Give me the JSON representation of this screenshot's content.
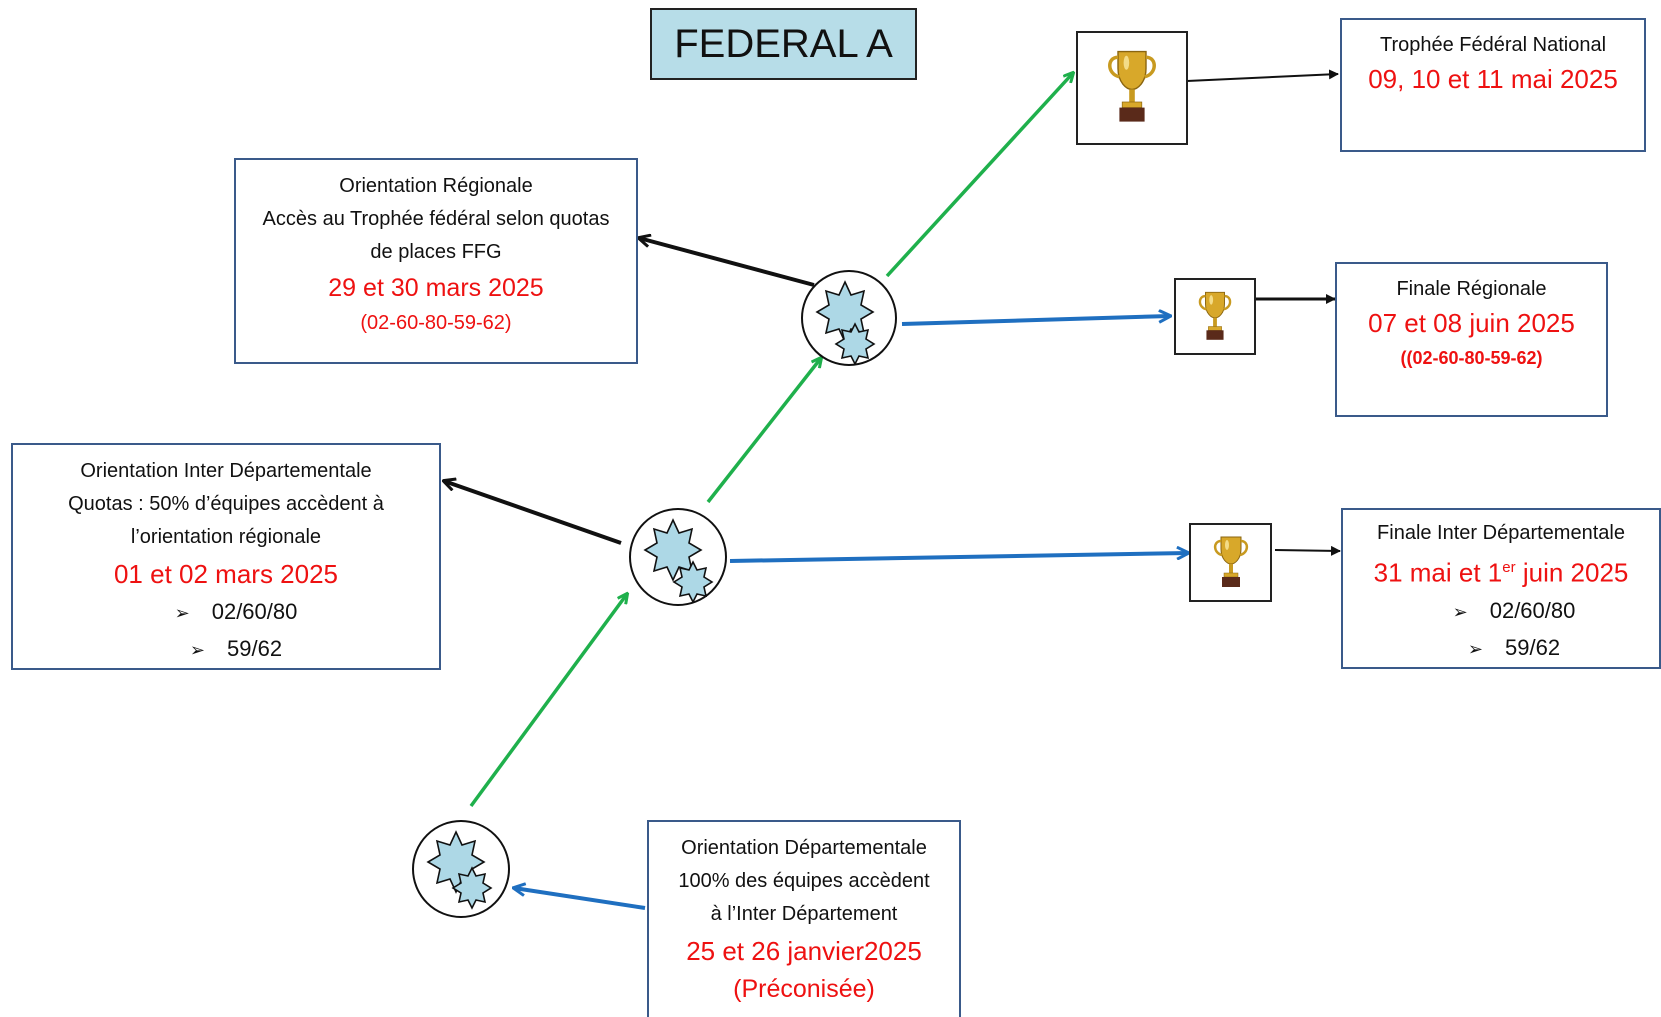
{
  "title": "FEDERAL A",
  "boxes": {
    "trophee_national": {
      "heading": "Trophée Fédéral National",
      "date": "09, 10 et 11 mai 2025"
    },
    "orientation_regionale": {
      "line1": "Orientation  Régionale",
      "line2": "Accès au Trophée fédéral selon quotas",
      "line3": "de places FFG",
      "date": "29 et 30 mars 2025",
      "codes": "(02-60-80-59-62)"
    },
    "finale_regionale": {
      "heading": "Finale Régionale",
      "date": "07 et 08 juin 2025",
      "codes": "((02-60-80-59-62)"
    },
    "orientation_inter_dep": {
      "line1": "Orientation Inter Départementale",
      "line2": "Quotas : 50% d’équipes accèdent à",
      "line3": "l’orientation régionale",
      "date": "01 et 02 mars 2025",
      "bullet1": "02/60/80",
      "bullet2": "59/62"
    },
    "finale_inter_dep": {
      "heading": "Finale Inter Départementale",
      "date_part1": "31 mai et 1",
      "date_sup": "er",
      "date_part2": " juin 2025",
      "bullet1": "02/60/80",
      "bullet2": "59/62"
    },
    "orientation_dep": {
      "line1": "Orientation Départementale",
      "line2": "100% des équipes accèdent",
      "line3": "à l’Inter Département",
      "date": "25 et 26 janvier2025",
      "note": "(Préconisée)"
    }
  },
  "icons": {
    "trophy": "trophy-icon",
    "stars": "stars-icon",
    "bullet_arrow": "arrow-bullet-icon"
  },
  "colors": {
    "title_bg": "#b7dde8",
    "date_red": "#ee1111",
    "green_arrow": "#1fb04c",
    "blue_arrow": "#1f6fc0",
    "black_arrow": "#111111",
    "star_fill": "#add8e6"
  }
}
